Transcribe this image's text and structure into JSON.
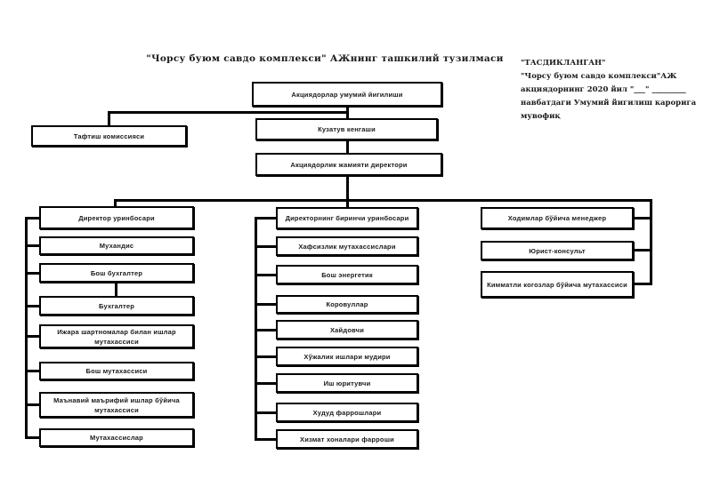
{
  "title": "\"Чорсу буюм савдо комплекси\" АЖнинг ташкилий тузилмаси",
  "approval": {
    "lines": [
      "\"ТАСДИКЛАНГАН\"",
      "\"Чорсу буюм савдо комплекси\"АЖ",
      "акциядорнинг 2020 йил \"___\" _________",
      "навбатдаги Умумий йигилиш карорига",
      "мувофиқ"
    ]
  },
  "org": {
    "general_meeting": "Акциядорлар умумий йигилиши",
    "audit_commission": "Тафтиш комиссияси",
    "supervisory_board": "Кузатув кенгаши",
    "director": "Акциядорлик жамияти директори",
    "left": {
      "head": "Директор уринбосари",
      "items": [
        "Мухандис",
        "Бош бухгалтер",
        "Бухгалтер",
        "Ижара шартномалар билан ишлар мутахассиси",
        "Бош мутахассиси",
        "Маънавий маърифий ишлар бўйича мутахассиси",
        "Мутахассислар"
      ]
    },
    "middle": {
      "head": "Директорнинг биринчи уринбосари",
      "items": [
        "Хафсизлик мутахассислари",
        "Бош энергетик",
        "Коровуллар",
        "Хайдовчи",
        "Хўжалик ишлари мудири",
        "Иш юритувчи",
        "Худуд фаррошлари",
        "Хизмат хоналари фарроши"
      ]
    },
    "right": {
      "head": "Ходимлар бўйича менеджер",
      "items": [
        "Юрист-консульт",
        "Кимматли когозлар бўйича мутахассиси"
      ]
    }
  },
  "colors": {
    "background": "#ffffff",
    "line": "#000000",
    "box_fill": "#ffffff",
    "text": "#1a1a1a"
  }
}
